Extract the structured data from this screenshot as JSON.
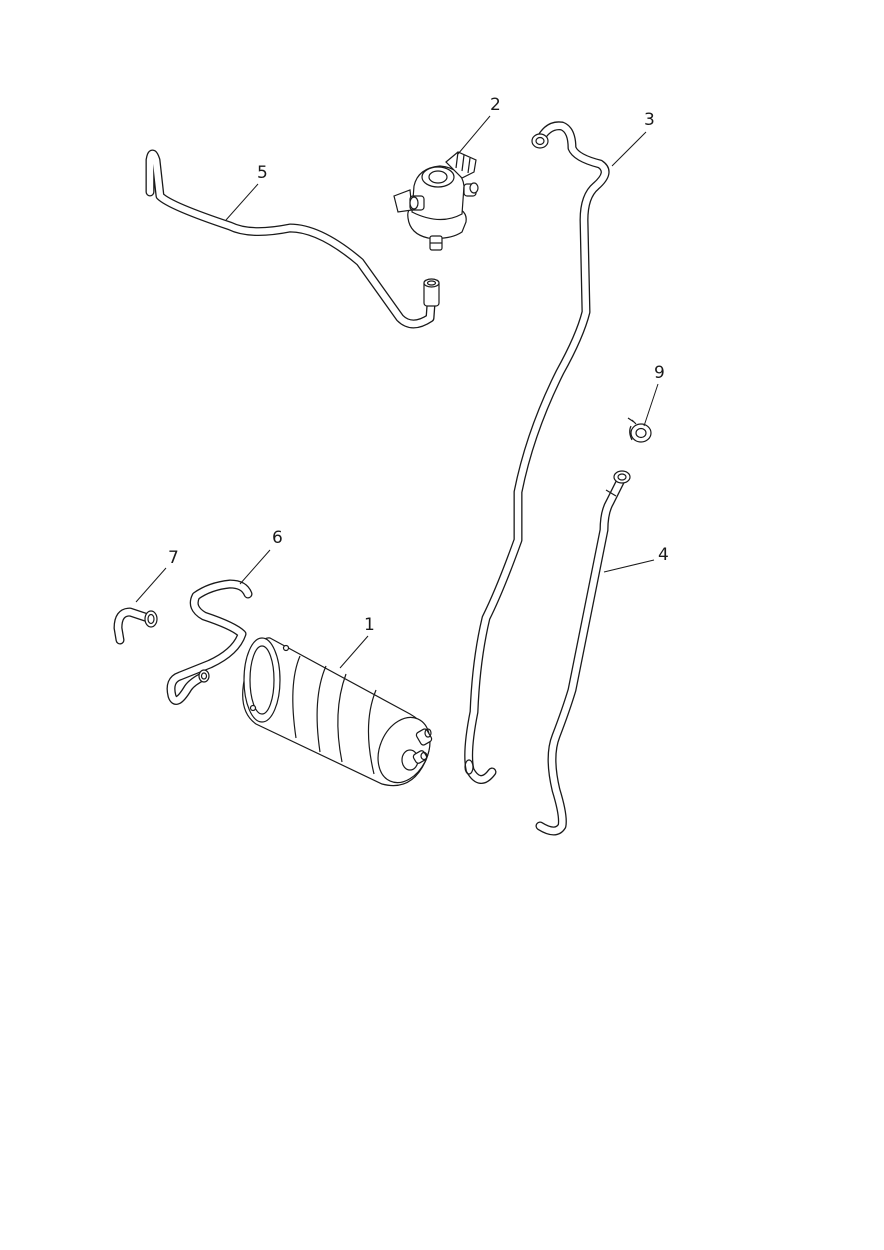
{
  "diagram": {
    "callouts": {
      "c1": "1",
      "c2": "2",
      "c3": "3",
      "c4": "4",
      "c5": "5",
      "c6": "6",
      "c7": "7",
      "c9": "9"
    }
  }
}
